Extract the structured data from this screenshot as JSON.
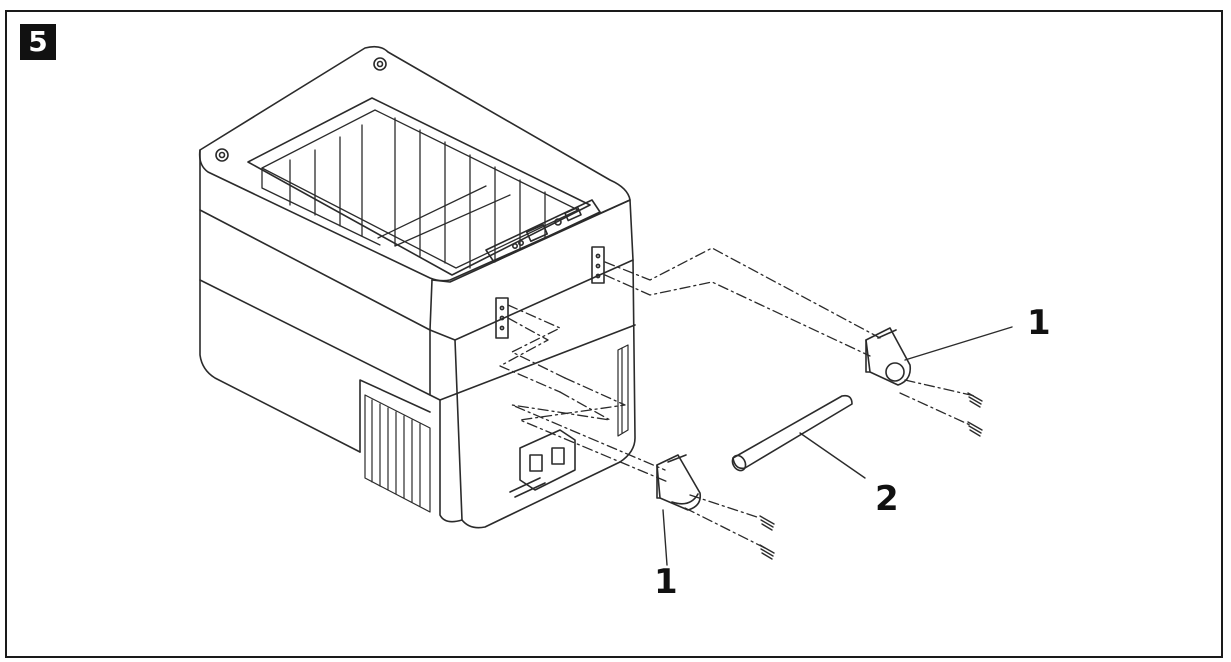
{
  "step": {
    "number": "5"
  },
  "callouts": {
    "handle_bracket_right": "1",
    "handle_bar": "2",
    "handle_bracket_bottom": "1"
  },
  "colors": {
    "line": "#2b2b2b",
    "frame": "#1a1a1a",
    "badge_bg": "#111111",
    "badge_text": "#ffffff"
  }
}
